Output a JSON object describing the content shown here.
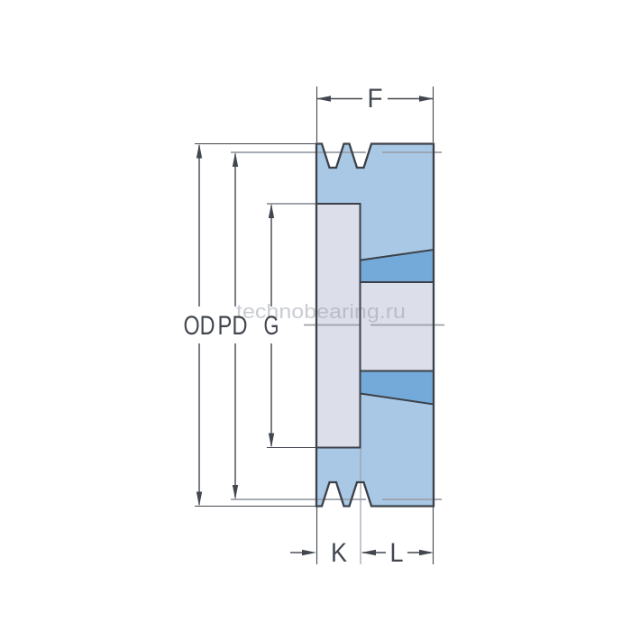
{
  "diagram": {
    "watermark": "technobearing.ru",
    "labels": {
      "face_width": "F",
      "outer_diameter": "OD",
      "pitch_diameter": "PD",
      "hub_recess_diameter": "G",
      "rim_width": "K",
      "hub_length": "L"
    },
    "colors": {
      "body_fill": "#a9c8e6",
      "bushing_fill": "#74aad9",
      "bore_fill": "#dcdfe9",
      "outline": "#3c4148",
      "dimension": "#42474f",
      "guide": "#9ba1aa",
      "watermark": "#9da3ae"
    }
  }
}
